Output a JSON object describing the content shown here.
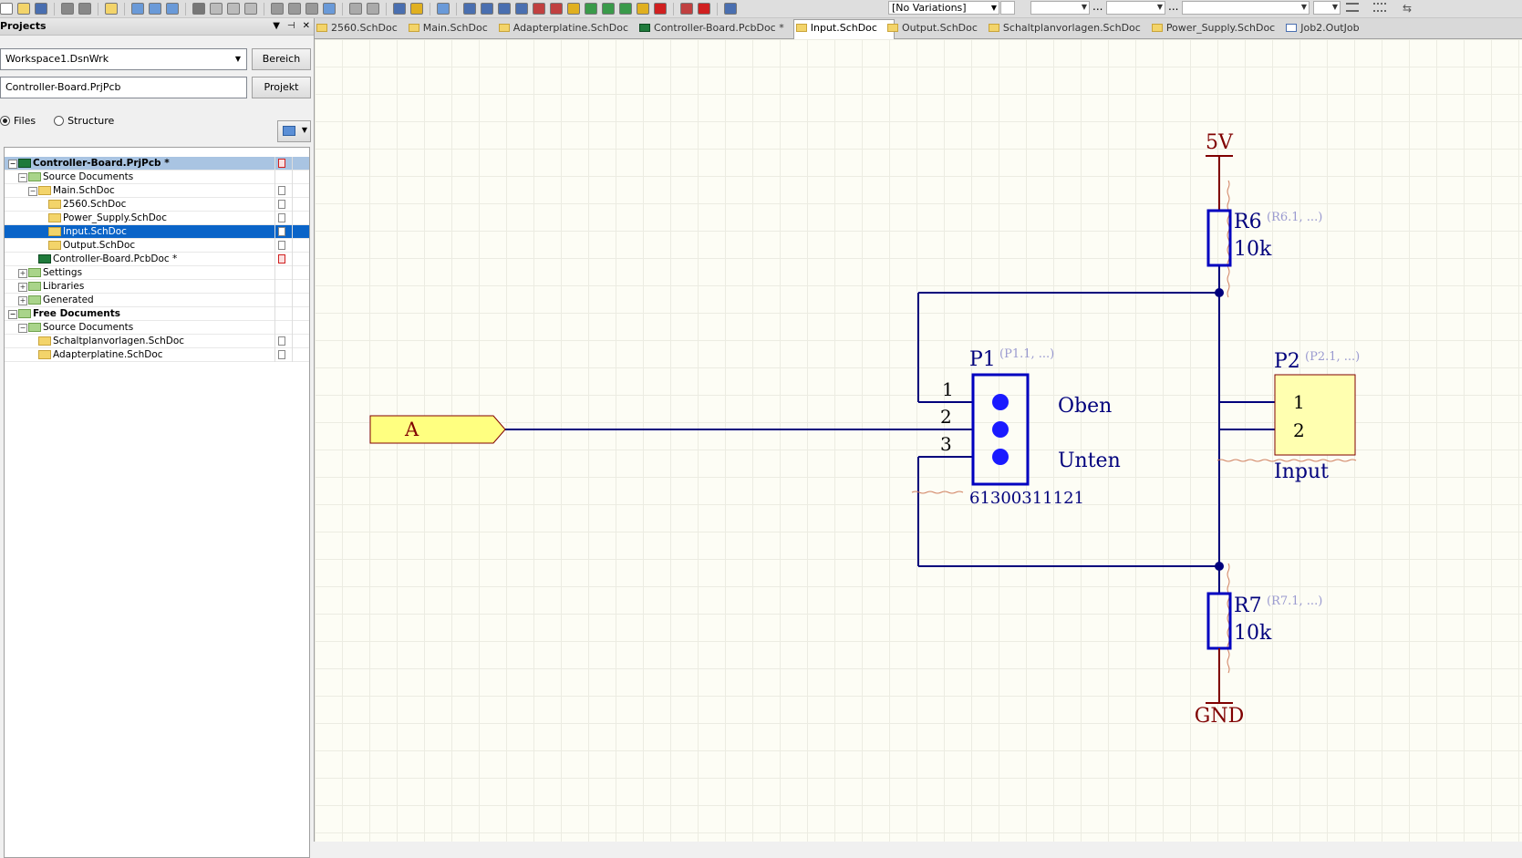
{
  "toolbar": {
    "variations": "[No Variations]",
    "dots1": "...",
    "dots2": "..."
  },
  "panel": {
    "title": "Projects",
    "workspace": "Workspace1.DsnWrk",
    "bereich": "Bereich",
    "project": "Controller-Board.PrjPcb",
    "projekt": "Projekt",
    "radio_files": "Files",
    "radio_structure": "Structure"
  },
  "tree": [
    {
      "label": "Controller-Board.PrjPcb *",
      "level": 0,
      "exp": "−",
      "icon": "project-icon",
      "state": "root",
      "doc": "red"
    },
    {
      "label": "Source Documents",
      "level": 1,
      "exp": "−",
      "icon": "folder-icon"
    },
    {
      "label": "Main.SchDoc",
      "level": 2,
      "exp": "−",
      "icon": "schdoc-icon",
      "doc": "gray"
    },
    {
      "label": "2560.SchDoc",
      "level": 3,
      "icon": "schdoc-icon",
      "doc": "gray"
    },
    {
      "label": "Power_Supply.SchDoc",
      "level": 3,
      "icon": "schdoc-icon",
      "doc": "gray"
    },
    {
      "label": "Input.SchDoc",
      "level": 3,
      "icon": "schdoc-icon",
      "state": "sel",
      "doc": "gray"
    },
    {
      "label": "Output.SchDoc",
      "level": 3,
      "icon": "schdoc-icon",
      "doc": "gray"
    },
    {
      "label": "Controller-Board.PcbDoc *",
      "level": 2,
      "icon": "pcbdoc-icon",
      "doc": "red"
    },
    {
      "label": "Settings",
      "level": 1,
      "exp": "+",
      "icon": "folder-icon"
    },
    {
      "label": "Libraries",
      "level": 1,
      "exp": "+",
      "icon": "folder-icon"
    },
    {
      "label": "Generated",
      "level": 1,
      "exp": "+",
      "icon": "folder-icon"
    },
    {
      "label": "Free Documents",
      "level": 0,
      "exp": "−",
      "icon": "folder-icon",
      "state": "bold"
    },
    {
      "label": "Source Documents",
      "level": 1,
      "exp": "−",
      "icon": "folder-icon"
    },
    {
      "label": "Schaltplanvorlagen.SchDoc",
      "level": 2,
      "icon": "schdoc-icon",
      "doc": "gray"
    },
    {
      "label": "Adapterplatine.SchDoc",
      "level": 2,
      "icon": "schdoc-icon",
      "doc": "gray"
    }
  ],
  "tabs": [
    {
      "label": "2560.SchDoc",
      "icon": "schdoc-icon"
    },
    {
      "label": "Main.SchDoc",
      "icon": "schdoc-icon"
    },
    {
      "label": "Adapterplatine.SchDoc",
      "icon": "schdoc-icon"
    },
    {
      "label": "Controller-Board.PcbDoc *",
      "icon": "pcbdoc-icon"
    },
    {
      "label": "Input.SchDoc",
      "icon": "schdoc-icon",
      "active": true
    },
    {
      "label": "Output.SchDoc",
      "icon": "schdoc-icon"
    },
    {
      "label": "Schaltplanvorlagen.SchDoc",
      "icon": "schdoc-icon"
    },
    {
      "label": "Power_Supply.SchDoc",
      "icon": "schdoc-icon"
    },
    {
      "label": "Job2.OutJob",
      "icon": "outjob-icon"
    }
  ],
  "schematic": {
    "colors": {
      "wire": "#00007c",
      "power": "#800000",
      "port_fill": "#ffff80",
      "port_text": "#800000",
      "comp_fill": "#ffffb0",
      "hint": "#9a9ad0",
      "junction": "#00007c",
      "pin_dot": "#1a1aff"
    },
    "power_top": "5V",
    "power_bottom": "GND",
    "port_label": "A",
    "r6": {
      "designator": "R6",
      "hint": "(R6.1, ...)",
      "value": "10k"
    },
    "r7": {
      "designator": "R7",
      "hint": "(R7.1, ...)",
      "value": "10k"
    },
    "p1": {
      "designator": "P1",
      "hint": "(P1.1, ...)",
      "part": "61300311121",
      "pins": [
        "1",
        "2",
        "3"
      ],
      "label_top": "Oben",
      "label_bottom": "Unten"
    },
    "p2": {
      "designator": "P2",
      "hint": "(P2.1, ...)",
      "pins": [
        "1",
        "2"
      ],
      "comment": "Input"
    }
  }
}
